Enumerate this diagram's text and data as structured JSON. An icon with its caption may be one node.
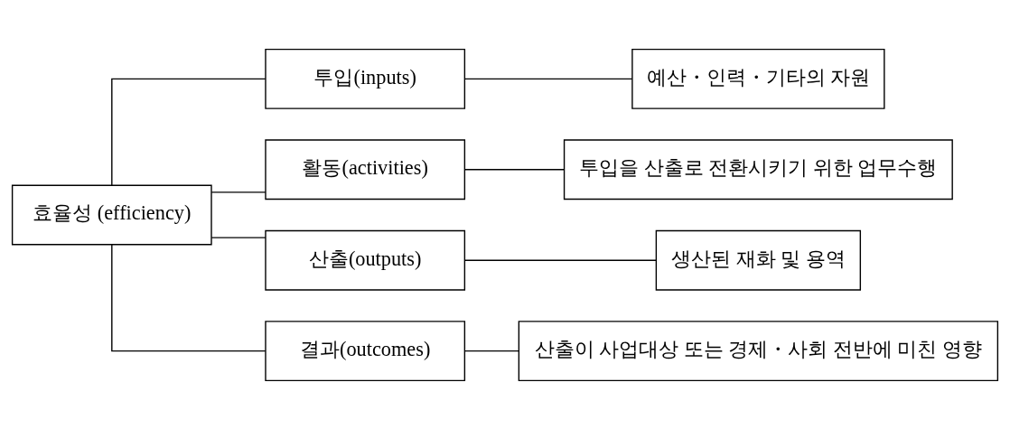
{
  "diagram": {
    "nodes": [
      {
        "text": [
          "효율성 (efficiency)"
        ]
      },
      {
        "text": [
          "투입(inputs)"
        ]
      },
      {
        "text": [
          "예산・인력・기타의 자원"
        ]
      },
      {
        "text": [
          "활동(activities)"
        ]
      },
      {
        "text": [
          "투입을 산출로 전환시키기 위한 업무수행"
        ]
      },
      {
        "text": [
          "산출(outputs)"
        ]
      },
      {
        "text": [
          "생산된 재화 및 용역"
        ]
      },
      {
        "text": [
          "결과(outcomes)"
        ]
      },
      {
        "text": [
          "산출이 사업대상 또는 경제・사회 전반에 미친 영향"
        ]
      }
    ],
    "edges": [
      {
        "from": 0,
        "to": 1,
        "arrow": "none"
      },
      {
        "from": 0,
        "to": 3,
        "arrow": "none"
      },
      {
        "from": 0,
        "to": 5,
        "arrow": "none"
      },
      {
        "from": 0,
        "to": 7,
        "arrow": "none"
      },
      {
        "from": 1,
        "to": 2,
        "arrow": "none"
      },
      {
        "from": 3,
        "to": 4,
        "arrow": "none"
      },
      {
        "from": 5,
        "to": 6,
        "arrow": "none"
      },
      {
        "from": 7,
        "to": 8,
        "arrow": "none"
      }
    ]
  }
}
